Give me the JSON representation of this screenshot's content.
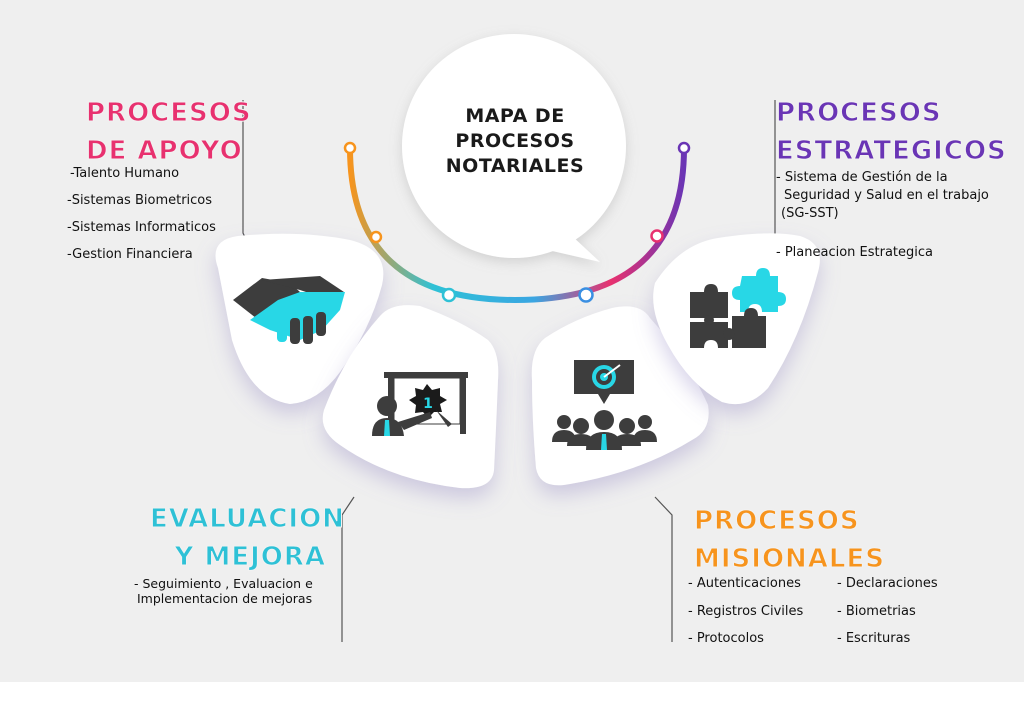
{
  "title": {
    "lines": [
      "MAPA DE",
      "PROCESOS",
      "NOTARIALES"
    ]
  },
  "colors": {
    "apoyo": "#e8316f",
    "estrategicos": "#6a35b5",
    "evaluacion": "#2ec1d6",
    "misionales": "#f7941d",
    "icon_dark": "#3d3d3d",
    "icon_accent": "#28d7e6"
  },
  "apoyo": {
    "heading": [
      "PROCESOS",
      "DE APOYO"
    ],
    "items": [
      "-Talento Humano",
      "-Sistemas Biometricos",
      "-Sistemas Informaticos",
      "-Gestion Financiera"
    ]
  },
  "estrategicos": {
    "heading": [
      "PROCESOS",
      "ESTRATEGICOS"
    ],
    "items": [
      "- Sistema de Gestión de la",
      "Seguridad y Salud en el trabajo",
      "(SG-SST)",
      "- Planeacion Estrategica"
    ]
  },
  "evaluacion": {
    "heading": [
      "EVALUACION",
      "Y MEJORA"
    ],
    "items": [
      "- Seguimiento , Evaluacion e",
      "Implementacion de mejoras"
    ]
  },
  "misionales": {
    "heading": [
      "PROCESOS",
      "MISIONALES"
    ],
    "items_left": [
      "- Autenticaciones",
      "- Registros Civiles",
      "- Protocolos"
    ],
    "items_right": [
      "- Declaraciones",
      "- Biometrias",
      "- Escrituras"
    ]
  },
  "icons": {
    "card1": "handshake-icon",
    "card2": "presentation-award-icon",
    "card3": "team-target-icon",
    "card4": "puzzle-icon"
  }
}
